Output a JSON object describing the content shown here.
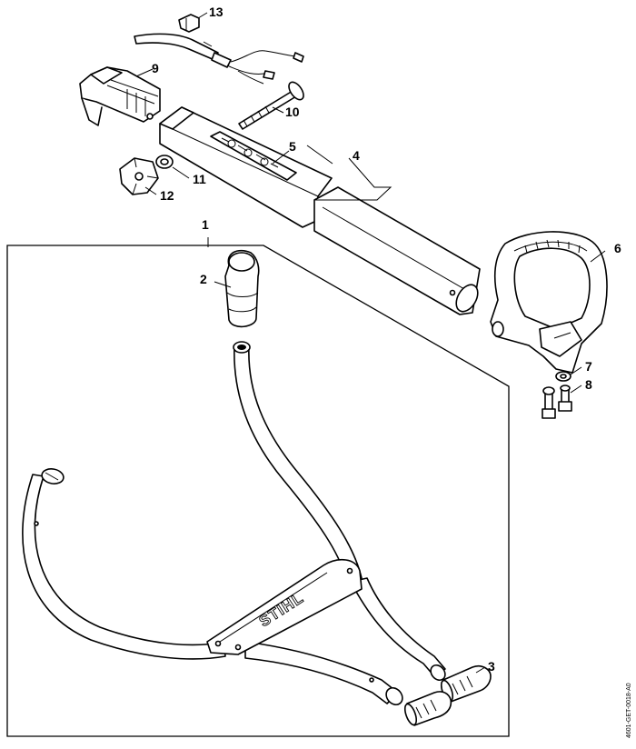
{
  "figure": {
    "drawing_code": "4601-GET-0018-A0",
    "brand_logo": "STIHL"
  },
  "callouts": [
    {
      "id": "1",
      "label": "1"
    },
    {
      "id": "2",
      "label": "2"
    },
    {
      "id": "3",
      "label": "3"
    },
    {
      "id": "4",
      "label": "4"
    },
    {
      "id": "5",
      "label": "5"
    },
    {
      "id": "6",
      "label": "6"
    },
    {
      "id": "7",
      "label": "7"
    },
    {
      "id": "8",
      "label": "8"
    },
    {
      "id": "9",
      "label": "9"
    },
    {
      "id": "10",
      "label": "10"
    },
    {
      "id": "11",
      "label": "11"
    },
    {
      "id": "12",
      "label": "12"
    },
    {
      "id": "13",
      "label": "13"
    }
  ]
}
